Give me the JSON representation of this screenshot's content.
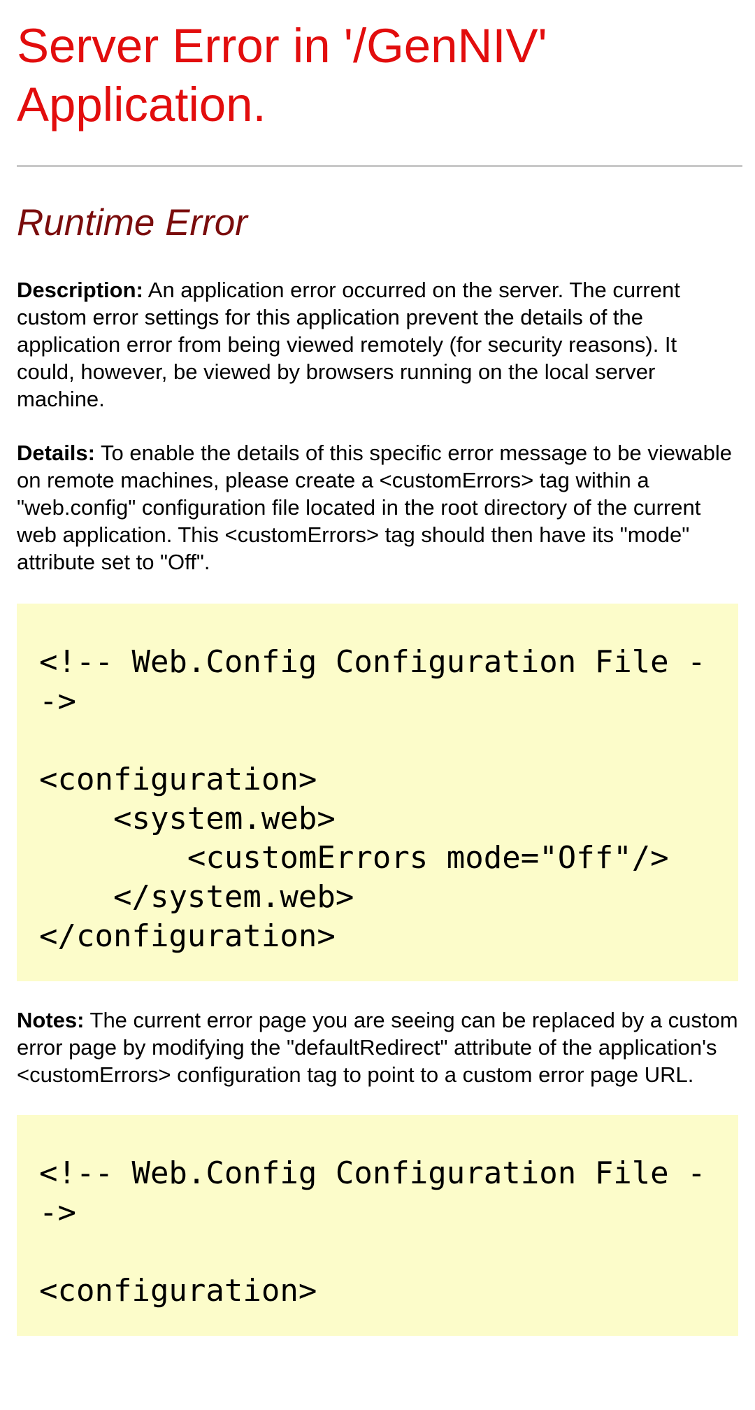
{
  "page": {
    "title": "Server Error in '/GenNIV' Application.",
    "subtitle": "Runtime Error",
    "description": {
      "label": "Description:",
      "text": " An application error occurred on the server. The current custom error settings for this application prevent the details of the application error from being viewed remotely (for security reasons). It could, however, be viewed by browsers running on the local server machine."
    },
    "details": {
      "label": "Details:",
      "text": " To enable the details of this specific error message to be viewable on remote machines, please create a <customErrors> tag within a \"web.config\" configuration file located in the root directory of the current web application. This <customErrors> tag should then have its \"mode\" attribute set to \"Off\"."
    },
    "code_block_1": "<!-- Web.Config Configuration File -->\n\n<configuration>\n    <system.web>\n        <customErrors mode=\"Off\"/>\n    </system.web>\n</configuration>",
    "notes": {
      "label": "Notes:",
      "text": " The current error page you are seeing can be replaced by a custom error page by modifying the \"defaultRedirect\" attribute of the application's <customErrors> configuration tag to point to a custom error page URL."
    },
    "code_block_2": "<!-- Web.Config Configuration File -->\n\n<configuration>"
  },
  "colors": {
    "title": "#e20d0d",
    "subtitle": "#7a0c0c",
    "code_background": "#fcfcca",
    "divider": "#c8c8c8"
  }
}
